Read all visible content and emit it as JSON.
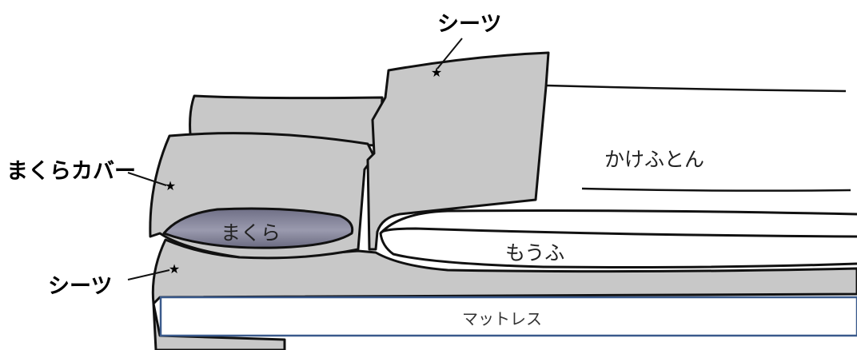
{
  "callouts": {
    "top_sheet": "シーツ",
    "pillow_cover": "まくらカバー",
    "bottom_sheet": "シーツ"
  },
  "parts": {
    "comforter": "かけふとん",
    "pillow": "まくら",
    "blanket": "もうふ",
    "mattress": "マットレス"
  },
  "colors": {
    "sheet_gray": "#c8c8c8",
    "pillow_fill": "#7e7e95",
    "outline": "#111111",
    "mattress_border": "#3a5a8c"
  }
}
